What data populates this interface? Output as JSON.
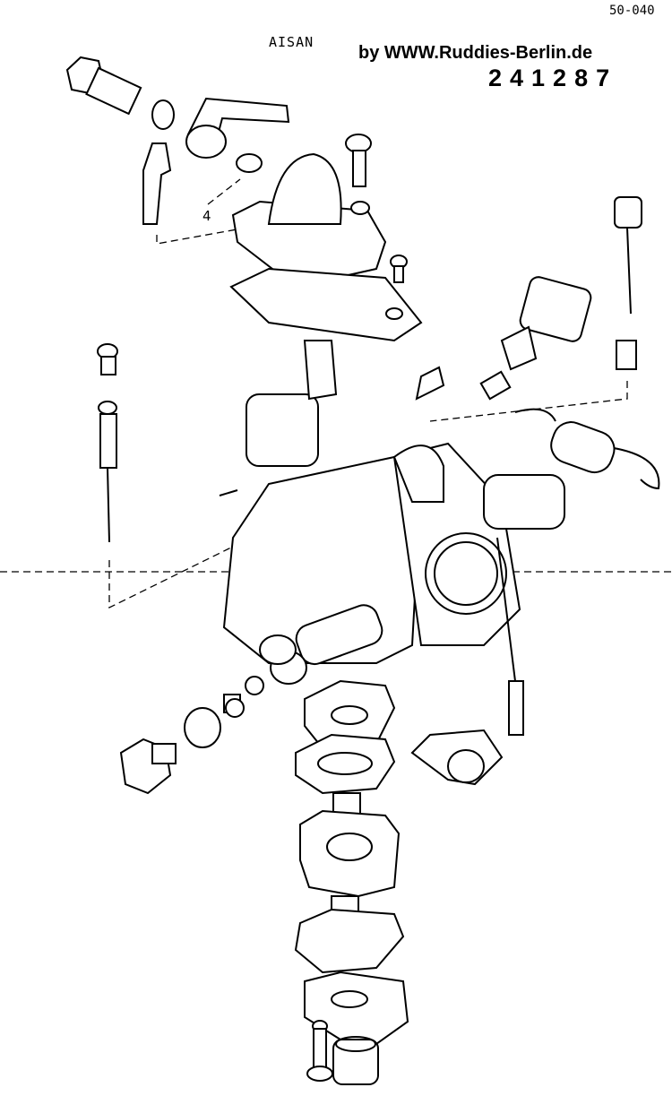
{
  "header": {
    "page_code": "50-040",
    "brand": "AISAN",
    "watermark": "by WWW.Ruddies-Berlin.de",
    "part_number": "241287"
  },
  "callouts": {
    "item_4": "4"
  }
}
